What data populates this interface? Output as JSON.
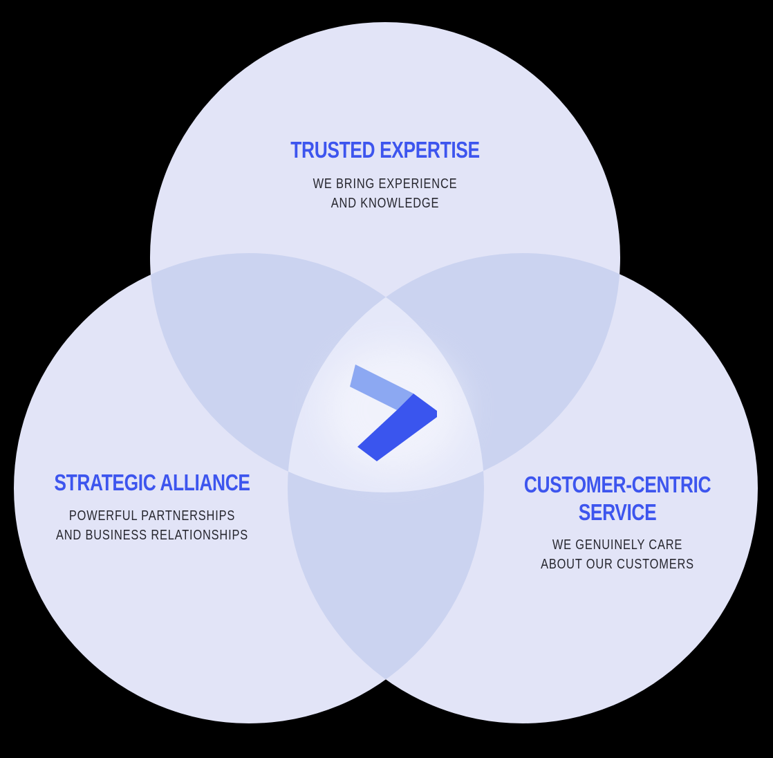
{
  "colors": {
    "background": "#000000",
    "circle_fill": "#E2E4F7",
    "overlap_fill": "#CBD3F0",
    "center_fill": "#E5E8F9",
    "heading": "#3D55EE",
    "body_text": "#26262E",
    "logo_light": "#8CA8F2",
    "logo_dark": "#3A55EE"
  },
  "venn": {
    "top": {
      "title": "TRUSTED EXPERTISE",
      "subtitle_lines": [
        "WE BRING EXPERIENCE",
        "AND KNOWLEDGE"
      ]
    },
    "left": {
      "title": "STRATEGIC ALLIANCE",
      "subtitle_lines": [
        "POWERFUL PARTNERSHIPS",
        "AND BUSINESS RELATIONSHIPS"
      ]
    },
    "right": {
      "title_lines": [
        "CUSTOMER-CENTRIC",
        "SERVICE"
      ],
      "subtitle_lines": [
        "WE GENUINELY CARE",
        "ABOUT OUR CUSTOMERS"
      ]
    }
  },
  "logo": {
    "icon": "chevron-right-logo"
  }
}
